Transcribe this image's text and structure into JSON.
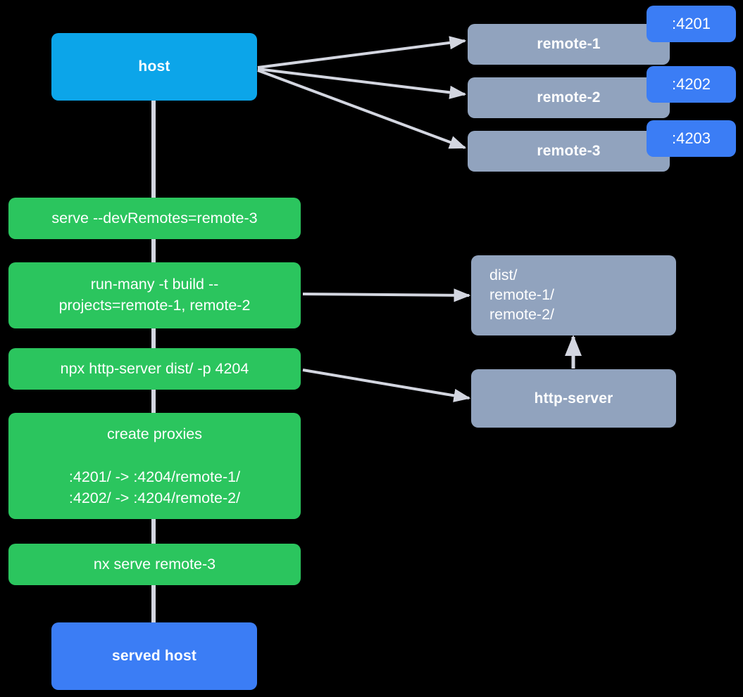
{
  "diagram": {
    "title": "Nx module federation host and remotes serve flow",
    "background": "#000000",
    "colors": {
      "host": "#0CA5E9",
      "served_host": "#3B7DF5",
      "command": "#2BC55E",
      "remote": "#91A3BE",
      "port_badge": "#3B7DF5",
      "edge": "#D3D6E0",
      "text": "#FFFFFF"
    }
  },
  "nodes": {
    "host": {
      "label": "host"
    },
    "served_host": {
      "label": "served host"
    },
    "remotes": [
      {
        "label": "remote-1",
        "port": ":4201"
      },
      {
        "label": "remote-2",
        "port": ":4202"
      },
      {
        "label": "remote-3",
        "port": ":4203"
      }
    ],
    "commands": [
      {
        "label": "serve --devRemotes=remote-3"
      },
      {
        "label": "run-many -t build --\nprojects=remote-1, remote-2"
      },
      {
        "label": "npx http-server dist/ -p 4204"
      },
      {
        "label": "create proxies\n\n:4201/ -> :4204/remote-1/\n:4202/ -> :4204/remote-2/"
      },
      {
        "label": "nx serve remote-3"
      }
    ],
    "dist": {
      "label": "dist/\n        remote-1/\n        remote-2/"
    },
    "http_server": {
      "label": "http-server"
    }
  },
  "edges": [
    {
      "from": "host",
      "to": "remote-1",
      "arrow": true
    },
    {
      "from": "host",
      "to": "remote-2",
      "arrow": true
    },
    {
      "from": "host",
      "to": "remote-3",
      "arrow": true
    },
    {
      "from": "host",
      "to": "serve --devRemotes=remote-3",
      "arrow": false
    },
    {
      "from": "serve --devRemotes=remote-3",
      "to": "run-many -t build",
      "arrow": false
    },
    {
      "from": "run-many -t build",
      "to": "dist/",
      "arrow": true
    },
    {
      "from": "run-many -t build",
      "to": "npx http-server dist/ -p 4204",
      "arrow": false
    },
    {
      "from": "npx http-server dist/ -p 4204",
      "to": "http-server",
      "arrow": true
    },
    {
      "from": "npx http-server dist/ -p 4204",
      "to": "create proxies",
      "arrow": false
    },
    {
      "from": "http-server",
      "to": "dist/",
      "arrow": true
    },
    {
      "from": "create proxies",
      "to": "nx serve remote-3",
      "arrow": false
    },
    {
      "from": "nx serve remote-3",
      "to": "served host",
      "arrow": false
    }
  ]
}
